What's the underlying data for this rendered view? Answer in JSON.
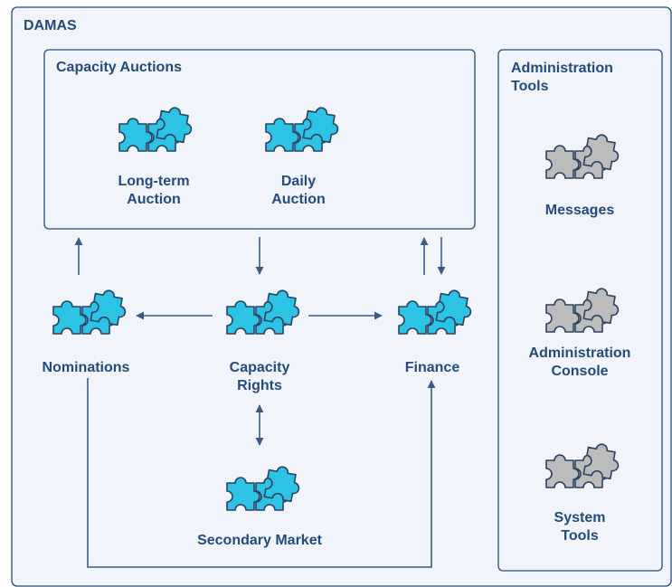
{
  "diagram": {
    "title": "DAMAS",
    "groups": {
      "capacity_auctions": "Capacity Auctions",
      "administration_tools": [
        "Administration",
        "Tools"
      ]
    },
    "nodes": {
      "long_term_auction": [
        "Long-term",
        "Auction"
      ],
      "daily_auction": [
        "Daily",
        "Auction"
      ],
      "nominations": "Nominations",
      "capacity_rights": [
        "Capacity",
        "Rights"
      ],
      "finance": "Finance",
      "secondary_market": "Secondary Market",
      "messages": "Messages",
      "administration_console": [
        "Administration",
        "Console"
      ],
      "system_tools": [
        "System",
        "Tools"
      ]
    },
    "colors": {
      "frame_fill": "#f1f5fb",
      "frame_stroke": "#244a7e",
      "text": "#244a7e",
      "arrow": "#3b5a8a",
      "puzzle_active": "#2cc3e5",
      "puzzle_inactive": "#bcbcbc",
      "puzzle_outline": "#2b4262"
    },
    "icons": {
      "active": "puzzle-pieces-cyan",
      "inactive": "puzzle-pieces-gray"
    }
  }
}
